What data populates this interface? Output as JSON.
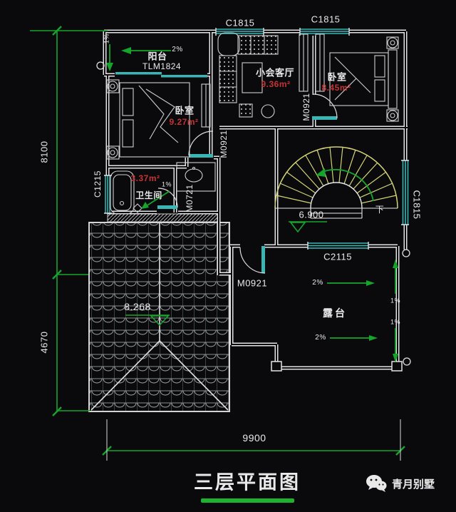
{
  "title": {
    "text": "三层平面图"
  },
  "watermark": {
    "label": "青月别墅"
  },
  "dimensions": {
    "left_upper": "8100",
    "left_lower": "4670",
    "bottom_total": "9900"
  },
  "elevations": {
    "stair_landing": "6.900",
    "roof": "8.268"
  },
  "stairs": {
    "down": "下"
  },
  "windows": {
    "top_left": "C1815",
    "top_right": "C1815",
    "right": "C1815"
  },
  "rooms": {
    "balcony": {
      "name": "阳台",
      "door_code": "TLM1824",
      "slope_h": "2%",
      "slope_v": "1%"
    },
    "bedroom1": {
      "name": "卧室",
      "area": "9.27m²",
      "door_code": "M0921"
    },
    "living": {
      "name": "小会客厅",
      "area": "9.36m²"
    },
    "bedroom2": {
      "name": "卧室",
      "area": "8.45m²",
      "door_code": "M0921"
    },
    "bathroom": {
      "name": "卫生间",
      "area": "3.37m²",
      "door_code": "M0721",
      "window_code": "C1215",
      "slope": "1%"
    },
    "terrace": {
      "name": "露台",
      "door_code": "M0921",
      "window_code": "C2115",
      "slope_top": "2%",
      "slope_bottom": "2%",
      "slope_right_upper": "1%",
      "slope_right_lower": "1%"
    }
  },
  "colors": {
    "wall": "#e3e3e3",
    "accent_green": "#16a52c",
    "window_cyan": "#38b7b5",
    "stair_yellow": "#d2d476",
    "area_red": "#c23434",
    "background": "#0a0a0c"
  }
}
